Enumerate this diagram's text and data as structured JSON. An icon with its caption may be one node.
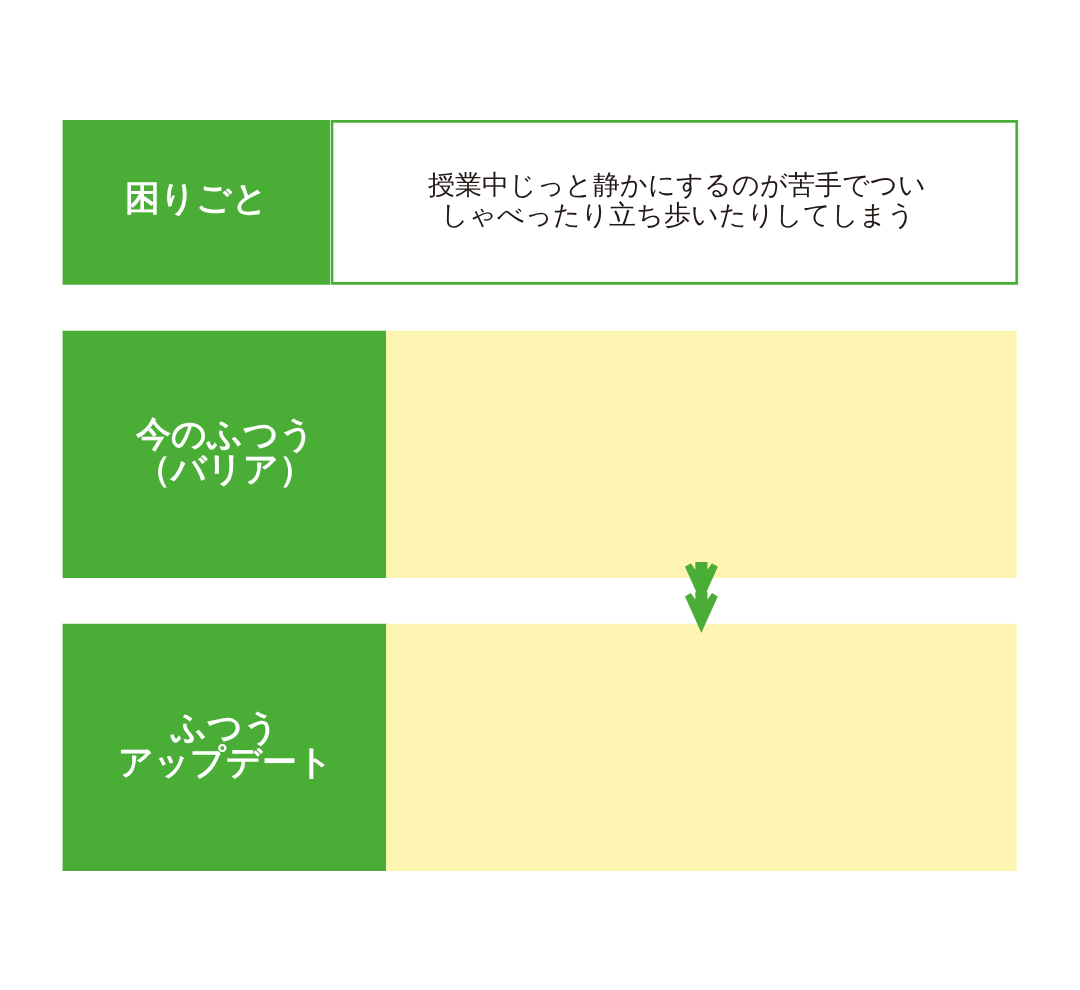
{
  "diagram": {
    "nodes": [
      {
        "text": [
          "困りごと"
        ]
      },
      {
        "text": [
          "授業中じっと静かにするのが苦手でついしゃべったり立ち歩いたりしてしまう"
        ]
      },
      {
        "text": [
          "今のふつう（バリア）"
        ]
      },
      {
        "text": [],
        "shape": "box"
      },
      {
        "text": [
          "ふつうアップデート"
        ]
      },
      {
        "text": [],
        "shape": "box"
      }
    ],
    "edges": [
      {
        "from": 3,
        "to": 5,
        "arrow": "to"
      }
    ]
  }
}
